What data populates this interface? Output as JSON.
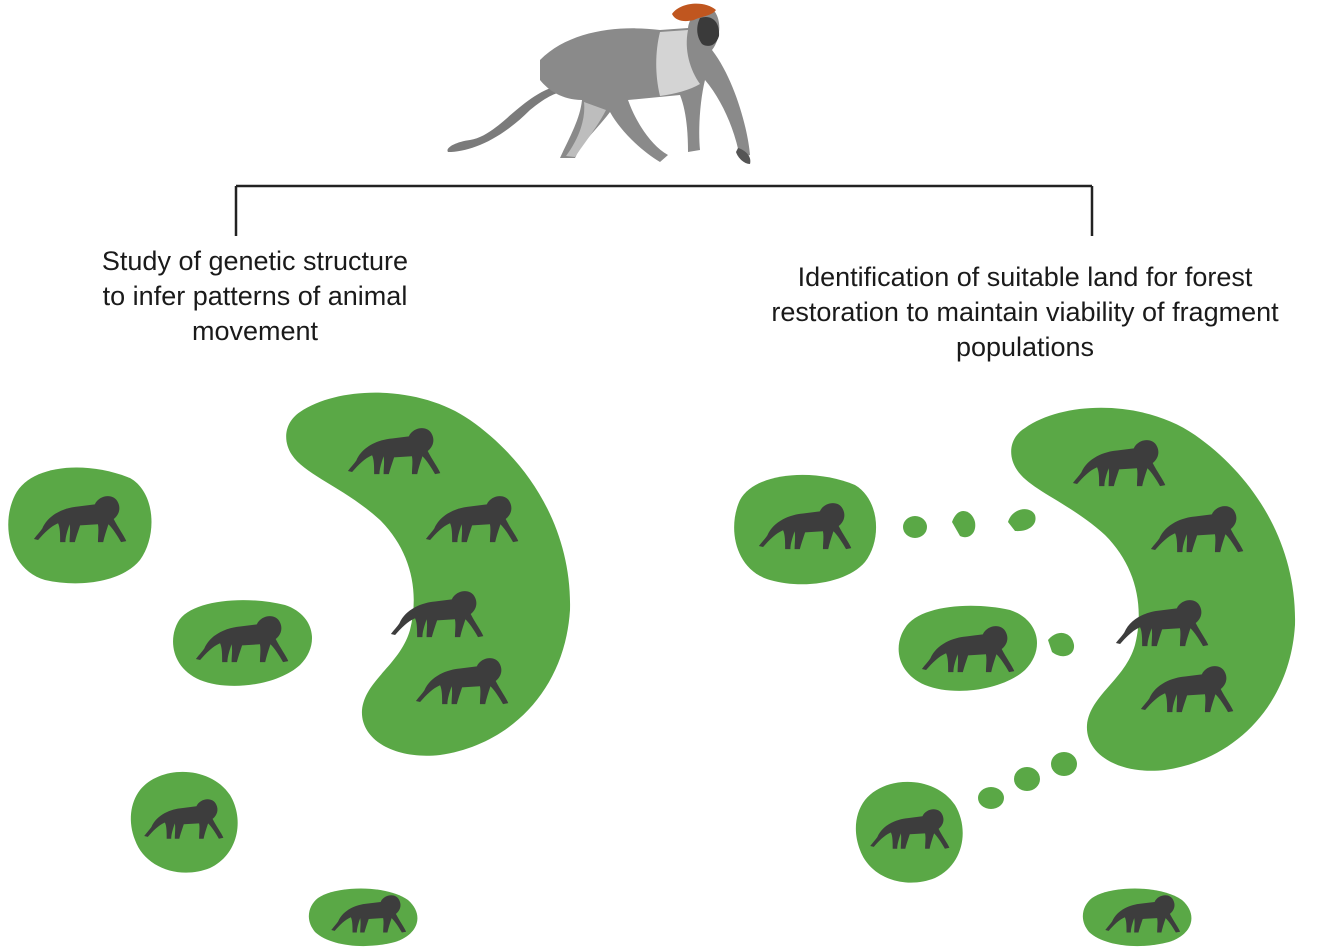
{
  "captions": {
    "left": [
      "Study of genetic structure",
      "to infer patterns of animal",
      "movement"
    ],
    "right": [
      "Identification of suitable land for forest",
      "restoration to maintain viability of fragment",
      "populations"
    ]
  },
  "colors": {
    "habitat": "#5aa846",
    "monkey": "#3d3d3d",
    "bracket": "#222222",
    "monkey_body": "#7b7b7b",
    "monkey_light": "#cfcfcf",
    "monkey_crown": "#c0561f"
  },
  "icons": {
    "hero": "red-capped-monkey-illustration",
    "small": "monkey-silhouette-icon"
  }
}
